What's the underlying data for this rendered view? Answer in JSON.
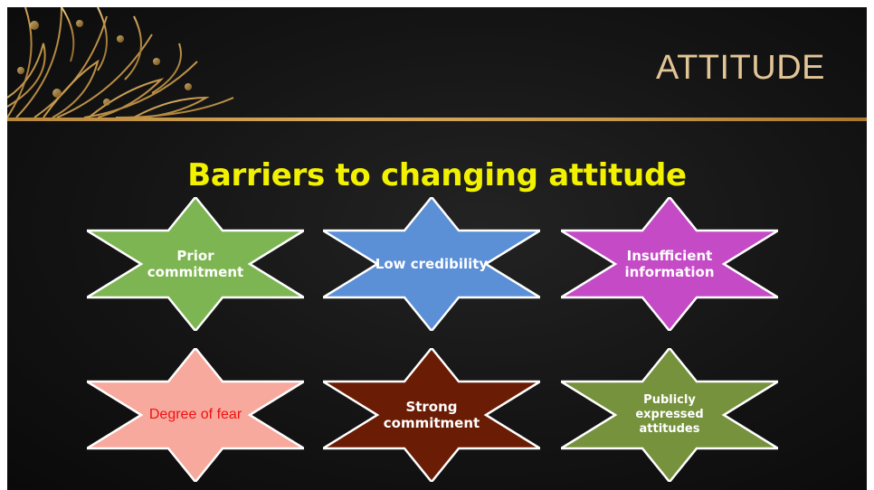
{
  "slide": {
    "title": "ATTITUDE",
    "subtitle": "Barriers to changing attitude",
    "accent_gold": "#d9aa5c",
    "subtitle_color": "#f2f200"
  },
  "barriers": [
    {
      "label": "Prior\ncommitment",
      "fill": "#7db552",
      "text_color": "#ffffff"
    },
    {
      "label": "Low credibility",
      "fill": "#5b8fd6",
      "text_color": "#ffffff"
    },
    {
      "label": "Insufficient\ninformation",
      "fill": "#c54bc6",
      "text_color": "#ffffff"
    },
    {
      "label": "Degree of fear",
      "fill": "#f8a99d",
      "text_color": "#ee1111"
    },
    {
      "label": "Strong\ncommitment",
      "fill": "#6b1c05",
      "text_color": "#ffffff"
    },
    {
      "label": "Publicly expressed\nattitudes",
      "fill": "#76923c",
      "text_color": "#ffffff"
    }
  ]
}
